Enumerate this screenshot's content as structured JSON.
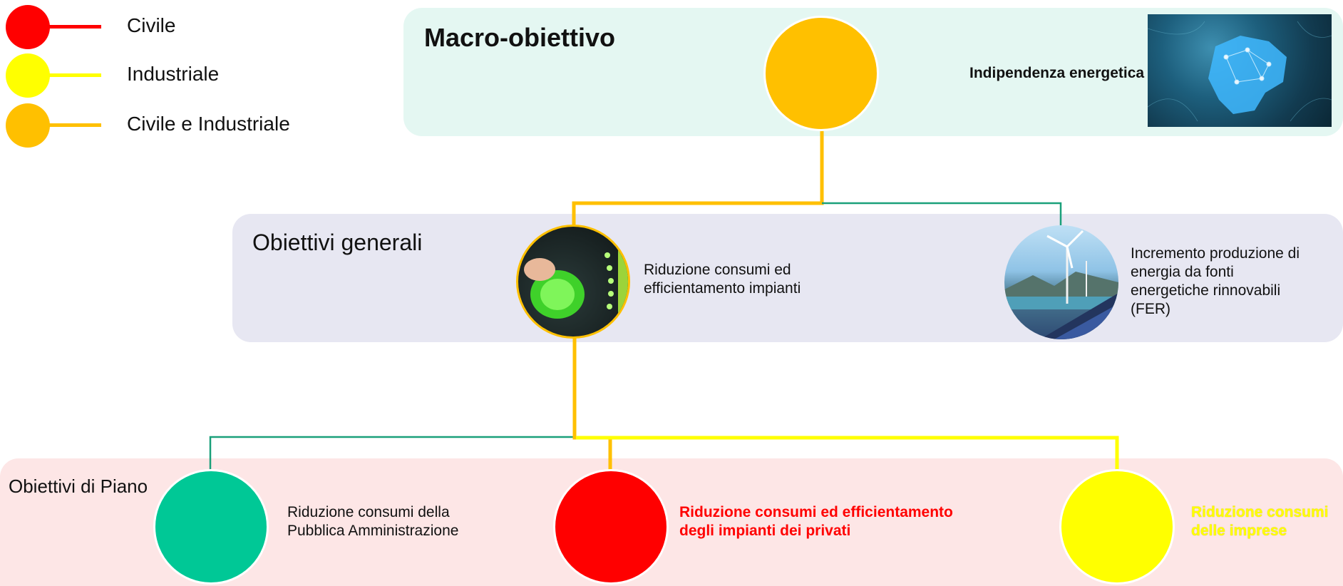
{
  "legend": [
    {
      "label": "Civile",
      "color": "#ff0000"
    },
    {
      "label": "Industriale",
      "color": "#ffff00"
    },
    {
      "label": "Civile e Industriale",
      "color": "#ffc000"
    }
  ],
  "macro": {
    "title": "Macro-obiettivo",
    "node_label": "Indipendenza energetica",
    "node_color": "#ffc000",
    "image_icon": "map-network-photo"
  },
  "generali": {
    "title": "Obiettivi generali",
    "items": [
      {
        "label": "Riduzione consumi ed efficientamento impianti",
        "icon": "energy-knob-photo"
      },
      {
        "label": "Incremento produzione di energia da fonti energetiche rinnovabili (FER)",
        "icon": "wind-solar-photo"
      }
    ]
  },
  "piano": {
    "title": "Obiettivi di Piano",
    "items": [
      {
        "label": "Riduzione consumi della Pubblica Amministrazione",
        "color": "#00c896"
      },
      {
        "label": "Riduzione consumi ed efficientamento degli impianti dei privati",
        "color": "#ff0000"
      },
      {
        "label": "Riduzione consumi delle imprese",
        "color": "#ffff00"
      }
    ]
  },
  "colors": {
    "panel_macro": "#e4f7f2",
    "panel_generali": "#e7e7f2",
    "panel_piano": "#fde6e6",
    "connector_green": "#1aa07a",
    "connector_orange": "#ffc000",
    "connector_yellow": "#ffff00"
  }
}
